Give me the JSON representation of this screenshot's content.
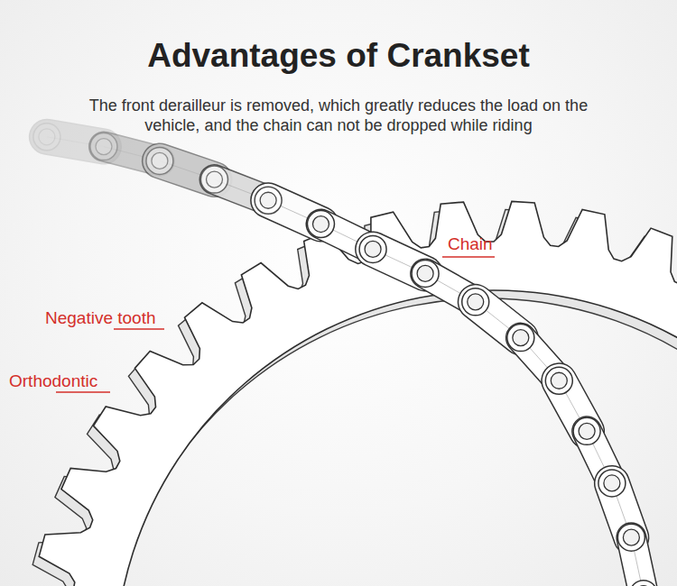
{
  "diagram": {
    "title": "Advantages of Crankset",
    "caption": "The front derailleur is removed, which greatly reduces the load on the vehicle, and the chain can not be dropped while riding",
    "labels": [
      "Chain",
      "Negative tooth",
      "Orthodontic"
    ]
  }
}
